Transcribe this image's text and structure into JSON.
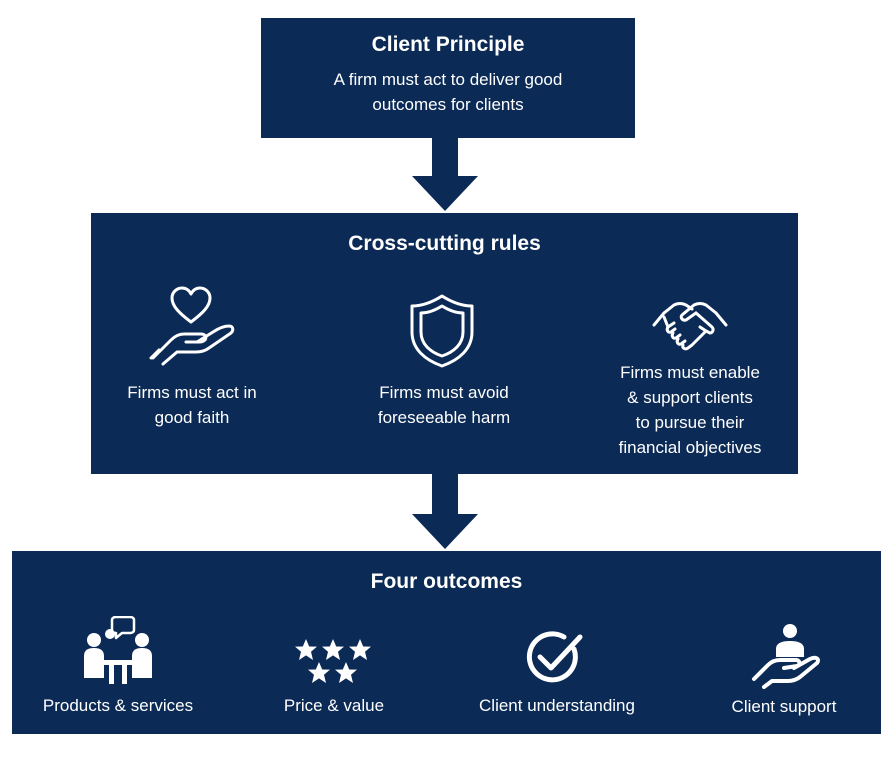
{
  "client_principle": {
    "title": "Client Principle",
    "line1": "A firm must act to deliver good",
    "line2": "outcomes for clients"
  },
  "cross_cutting_rules": {
    "title": "Cross-cutting rules",
    "items": [
      {
        "icon": "heart-hand-icon",
        "line1": "Firms must act in",
        "line2": "good faith"
      },
      {
        "icon": "shield-icon",
        "line1": "Firms must avoid",
        "line2": "foreseeable harm"
      },
      {
        "icon": "handshake-icon",
        "line1": "Firms must enable",
        "line2": "& support clients",
        "line3": "to pursue their",
        "line4": "financial objectives"
      }
    ]
  },
  "four_outcomes": {
    "title": "Four outcomes",
    "items": [
      {
        "icon": "meeting-icon",
        "label": "Products & services"
      },
      {
        "icon": "stars-icon",
        "label": "Price & value"
      },
      {
        "icon": "check-circle-icon",
        "label": "Client understanding"
      },
      {
        "icon": "support-hand-icon",
        "label": "Client support"
      }
    ]
  },
  "colors": {
    "box_fill": "#0b2a55",
    "text": "#ffffff",
    "background": "#ffffff"
  }
}
